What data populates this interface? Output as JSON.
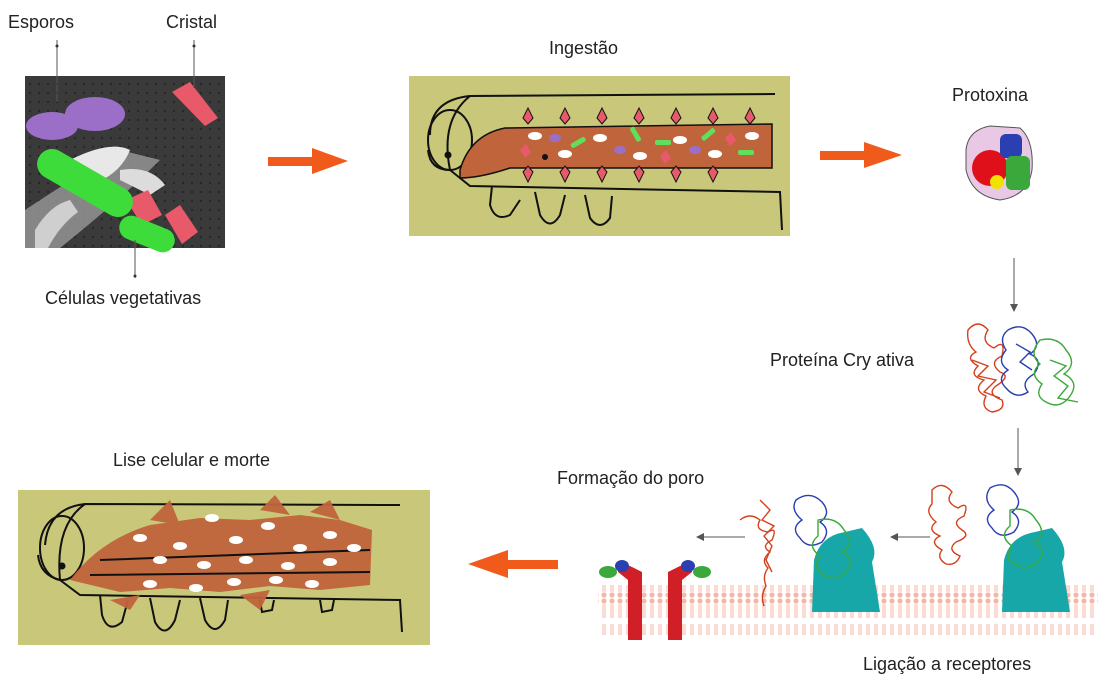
{
  "labels": {
    "esporos": "Esporos",
    "cristal": "Cristal",
    "celulas_vegetativas": "Células vegetativas",
    "ingestao": "Ingestão",
    "protoxina": "Protoxina",
    "proteina_cry_ativa": "Proteína Cry ativa",
    "lise": "Lise celular e morte",
    "formacao_poro": "Formação do poro",
    "ligacao": "Ligação a receptores"
  },
  "colors": {
    "arrow": "#f05a1a",
    "panel": "#c8c77a",
    "gut": "#c0643c",
    "spore": "#9b6fc7",
    "crystal": "#e85a6a",
    "vegetative": "#3ddc3a",
    "receptor": "#17a7a9",
    "toxin_red": "#d4401c",
    "toxin_blue": "#2a3fb0",
    "toxin_green": "#3aa83a"
  }
}
